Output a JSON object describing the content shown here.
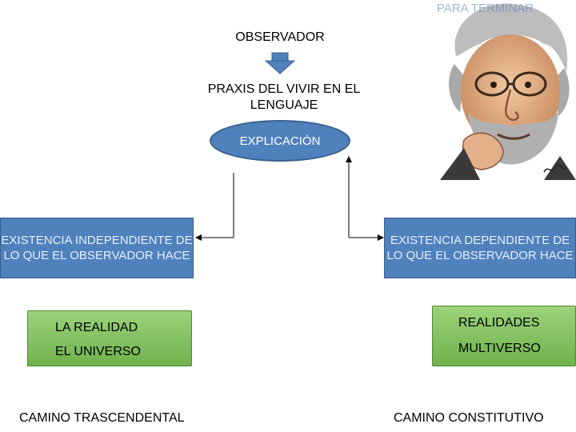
{
  "header": {
    "observer_label": "OBSERVADOR",
    "praxis_label": "PRAXIS DEL VIVIR EN EL LENGUAJE",
    "explanation_label": "EXPLICACIÓN",
    "overlay_text": "PARA TERMINAR"
  },
  "left_branch": {
    "existence_box": "EXISTENCIA INDEPENDIENTE DE LO QUE EL OBSERVADOR HACE",
    "line1": "LA REALIDAD",
    "line2": "EL UNIVERSO",
    "path_label": "CAMINO TRASCENDENTAL"
  },
  "right_branch": {
    "existence_box": "EXISTENCIA DEPENDIENTE DE LO QUE EL OBSERVADOR HACE",
    "line1": "REALIDADES",
    "line2": "MULTIVERSO",
    "path_label": "CAMINO CONSTITUTIVO"
  },
  "colors": {
    "box_blue": "#4f81bd",
    "box_green": "#8cc96a",
    "arrow_blue": "#4f81bd"
  },
  "icons": {
    "down_arrow": "down-arrow-icon",
    "portrait": "caricature-portrait-icon"
  }
}
